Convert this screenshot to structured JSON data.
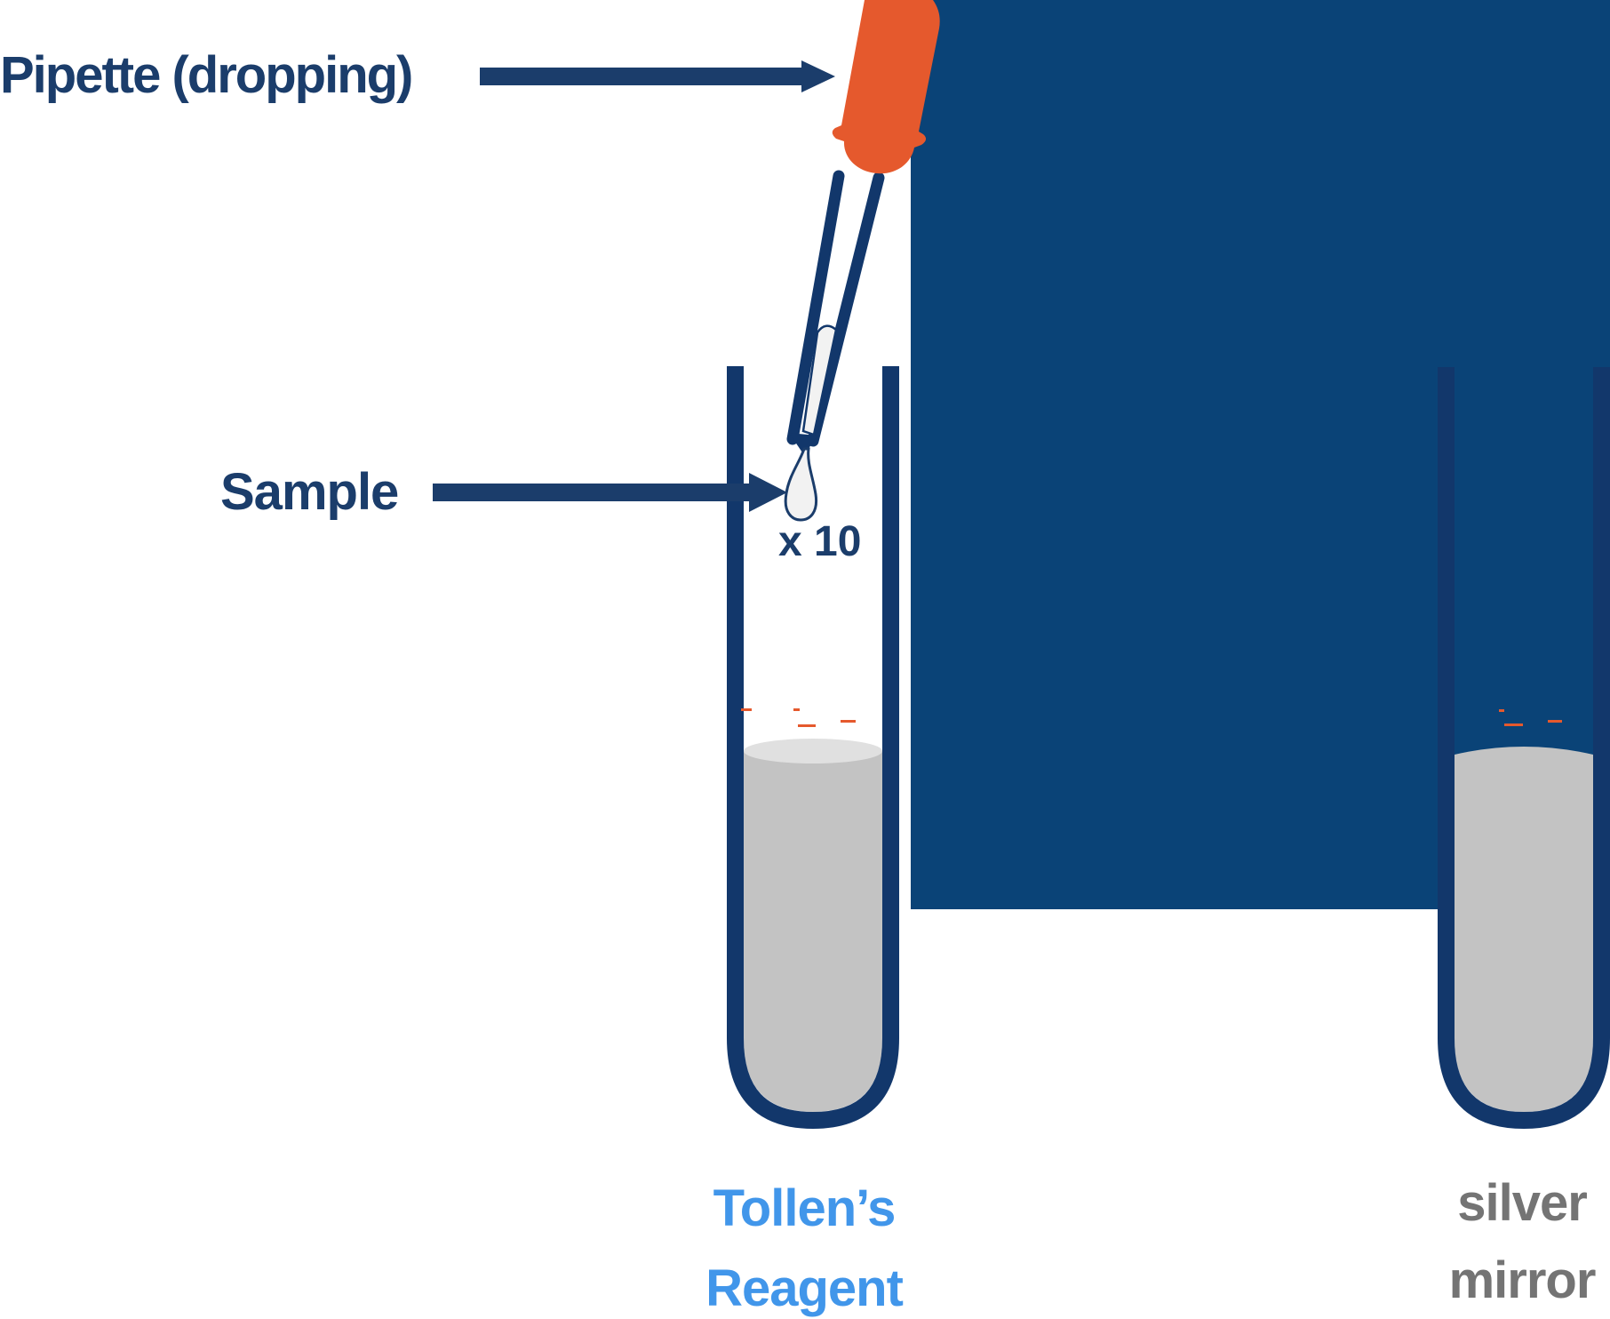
{
  "labels": {
    "pipette": "Pipette (dropping)",
    "sample": "Sample",
    "drop_count": "x 10",
    "left_tube_caption_line1": "Tollen’s",
    "left_tube_caption_line2": "Reagent",
    "right_tube_caption_line1": "silver",
    "right_tube_caption_line2": "mirror"
  },
  "colors": {
    "label_navy": "#1B3D6B",
    "tube_outline_navy": "#12376B",
    "panel_navy": "#0A4377",
    "pipette_bulb_orange": "#E5592D",
    "reagent_liquid_gray": "#C3C3C3",
    "liquid_surface_gray": "#E0E0E0",
    "pipette_liquid_white": "#F2F2F2",
    "tollens_caption_blue": "#4196EA",
    "silver_caption_gray": "#747474"
  }
}
